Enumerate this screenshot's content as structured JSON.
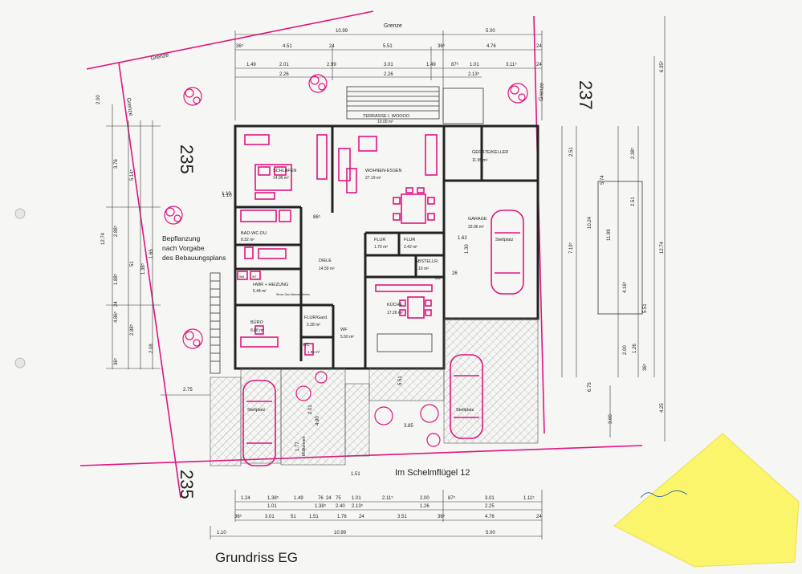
{
  "title": "Grundriss  EG",
  "address": "Im Schelmflügel 12",
  "parcels": {
    "left": "235",
    "right": "237"
  },
  "boundary_labels": [
    "Grenze",
    "Grenze",
    "Grenze",
    "Grenze"
  ],
  "planting_note": [
    "Bepflanzung",
    "nach Vorgabe",
    "des Bebauungsplans"
  ],
  "rooms": {
    "terrasse": {
      "name": "TERRASSE I. WOOOO",
      "area": "10.00 m²"
    },
    "schlafen": {
      "name": "SCHLAFEN",
      "area": "14.96 m²"
    },
    "wohnen": {
      "name": "WOHNEN-ESSEN",
      "area": "27.19 m²"
    },
    "geraete": {
      "name": "GERÄTE/KELLER",
      "area": "11.95 m²"
    },
    "garage": {
      "name": "GARAGE",
      "area": "33.96 m²"
    },
    "bad": {
      "name": "BAD-WC-DU",
      "area": "8.32 m²"
    },
    "diele": {
      "name": "DIELE",
      "area": "14.59 m²"
    },
    "flur1": {
      "name": "FLUR",
      "area": "1.70 m²"
    },
    "flur2": {
      "name": "FLUR",
      "area": "2.42 m²"
    },
    "abstell": {
      "name": "ABSTELLR.",
      "area": "1.16 m²"
    },
    "hwr": {
      "name": "HWR + HEIZUNG",
      "area": "5.44 m²"
    },
    "kueche": {
      "name": "KÜCHE",
      "area": "17.26 m²"
    },
    "buero": {
      "name": "BÜRO",
      "area": "8.68 m²"
    },
    "flurgard": {
      "name": "FLUR/Gard.",
      "area": "2.28 m²"
    },
    "wc": {
      "name": "WC",
      "area": "1.56 m²"
    },
    "wf": {
      "name": "WF",
      "area": "5.50 m²"
    }
  },
  "stellplatz": [
    "Stellplatz",
    "Stellplatz",
    "Stellplatz"
  ],
  "hwr_note": "Strom-Gas-Wasser Telefon",
  "muelltonnen": "Mülltonnen",
  "dims_top": {
    "row1": [
      "10.99",
      "5.00"
    ],
    "row2": [
      "36⁵",
      "4.51",
      "24",
      "5.51",
      "36⁵",
      "4.76",
      "24"
    ],
    "row3": [
      "1.49",
      "2.01",
      "2.99",
      "3.01",
      "1.49",
      "87⁵",
      "1.01",
      "3.11⁵",
      "24"
    ],
    "row4": [
      "2.26",
      "2.26",
      "2.13⁵"
    ]
  },
  "dims_bottom": {
    "row1": [
      "1.24",
      "1.38⁵",
      "1.49",
      "76",
      "24",
      "75",
      "1.01",
      "2.11⁵",
      "2.00",
      "87⁵",
      "3.01",
      "1.11⁵"
    ],
    "row2": [
      "1.01",
      "1.38⁵",
      "2.40",
      "2.13⁵",
      "1.26",
      "2.25"
    ],
    "row3": [
      "36⁵",
      "3.01",
      "51",
      "1.51",
      "1.76",
      "24",
      "3.51",
      "36⁵",
      "4.76",
      "24"
    ],
    "row4": [
      "1.10",
      "10.99",
      "5.00"
    ]
  },
  "dims_left": [
    "2.00",
    "3.76",
    "5.14⁵",
    "12.74",
    "2.88⁵",
    "1.88⁵",
    "4.86⁵",
    "2.88⁵",
    "2.08",
    "36⁵",
    "24",
    "51",
    "1.65",
    "1.38⁵",
    "1.10"
  ],
  "dims_right": [
    "6.35⁹",
    "2.51",
    "2.38⁵",
    "5.74",
    "10.24",
    "11.99",
    "2.51",
    "12.74",
    "7.19⁵",
    "4.16⁵",
    "5.51",
    "2.00",
    "1.26",
    "36⁵",
    "6.75",
    "4.25",
    "3.00"
  ],
  "misc_dims": [
    "1.10",
    "2.75",
    "86⁵",
    "1.62",
    "1.30",
    "26",
    "4.90",
    "1.77",
    "3.85",
    "5.51",
    "1.51",
    "2.01",
    "36⁵"
  ],
  "appliance_labels": [
    "WM",
    "WT"
  ]
}
